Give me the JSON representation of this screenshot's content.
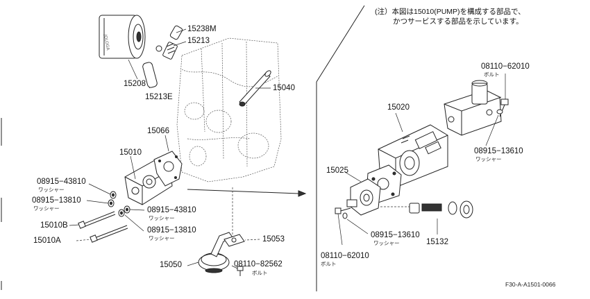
{
  "note": {
    "line1": "(注）本図は15010(PUMP)を構成する部品で、",
    "line2": "かつサービスする部品を示しています。"
  },
  "labels": {
    "p15238M": "15238M",
    "p15213": "15213",
    "p15208": "15208",
    "p15213E": "15213E",
    "p15040": "15040",
    "p15066": "15066",
    "p15010": "15010",
    "p08915_43810_a": "08915−43810",
    "p08915_13810_a": "08915−13810",
    "p15010B": "15010B",
    "p15010A": "15010A",
    "p08915_43810_b": "08915−43810",
    "p08915_13810_b": "08915−13810",
    "p15053": "15053",
    "p15050": "15050",
    "p08110_82562": "08110−82562",
    "p08110_62010_a": "08110−62010",
    "p15020": "15020",
    "p08915_13610_a": "08915−13610",
    "p15025": "15025",
    "p08915_13610_b": "08915−13610",
    "p15132": "15132",
    "p08110_62010_b": "08110−62010"
  },
  "sublabels": {
    "washer": "ワッシャー",
    "bolt": "ボルト"
  },
  "figure_code": "F30-A-A1501-0066"
}
